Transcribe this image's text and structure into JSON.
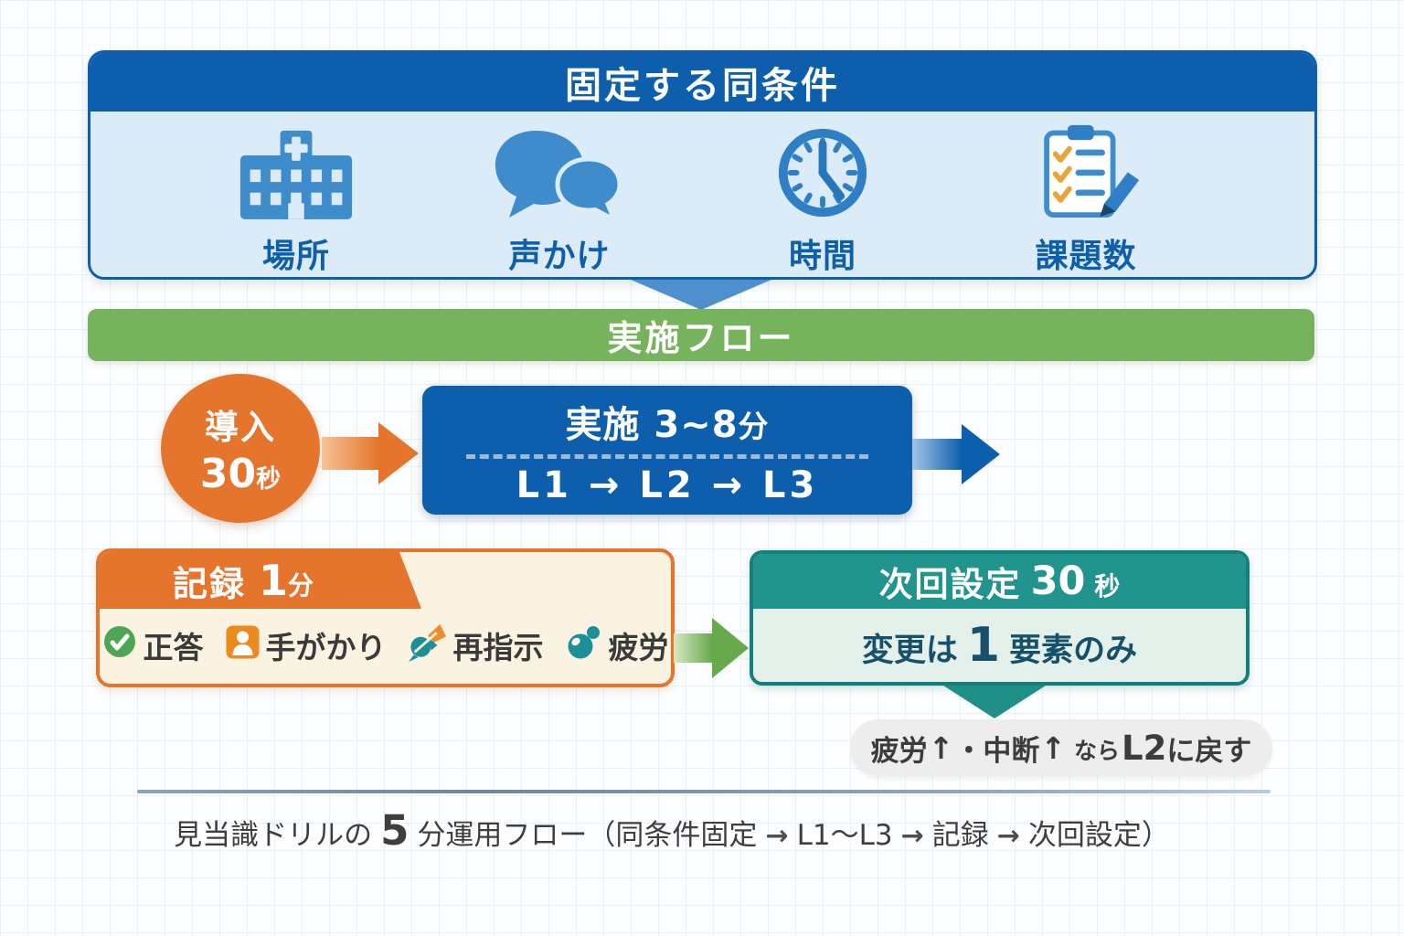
{
  "header": {
    "title": "固定する同条件"
  },
  "conditions": {
    "items": [
      {
        "label": "場所",
        "icon": "hospital-icon"
      },
      {
        "label": "声かけ",
        "icon": "speech-bubbles-icon"
      },
      {
        "label": "時間",
        "icon": "clock-icon"
      },
      {
        "label": "課題数",
        "icon": "checklist-pencil-icon"
      }
    ]
  },
  "flow_bar": {
    "title": "実施フロー"
  },
  "intro_circle": {
    "label": "導入",
    "value": "30",
    "unit": "秒"
  },
  "exec_box": {
    "line1_main": "実施 3~8",
    "line1_unit": "分",
    "line2": "L1 → L2 → L3"
  },
  "record_box": {
    "tab_label": "記録",
    "tab_value": "1",
    "tab_unit": "分",
    "items": [
      {
        "label": "正答",
        "icon": "check-circle-icon"
      },
      {
        "label": "手がかり",
        "icon": "person-icon"
      },
      {
        "label": "再指示",
        "icon": "pushpin-flag-icon"
      },
      {
        "label": "疲労",
        "icon": "sweat-drop-icon"
      }
    ]
  },
  "next_box": {
    "title_label": "次回設定",
    "title_value": "30",
    "title_unit": "秒",
    "body_prefix": "変更は",
    "body_value": "1",
    "body_suffix": "要素のみ"
  },
  "note_pill": {
    "p1": "疲労",
    "a1": "↑",
    "p2": "・中断",
    "a2": "↑",
    "p3": "なら",
    "p4": "L2",
    "p5": "に戻す"
  },
  "caption": {
    "c1": "見当識ドリルの",
    "c2": "5",
    "c3": "分運用フロー（同条件固定",
    "a1": "→",
    "c4": "L1～L3",
    "a2": "→",
    "c5": "記録",
    "a3": "→",
    "c6": "次回設定）"
  },
  "colors": {
    "primary_blue": "#0d5fad",
    "icon_blue": "#3f8ccc",
    "panel_light_blue": "#dcebf8",
    "triangle_blue": "#4d90cd",
    "green_bar": "#77b25c",
    "arrow_green": "#68a94d",
    "orange": "#e5752c",
    "record_cream": "#fbf3e2",
    "check_green": "#4ea654",
    "person_orange": "#ea8a1f",
    "teal": "#1d8f99",
    "next_header_teal": "#21948d",
    "next_border_teal": "#157f7b",
    "mint": "#e4f1ea",
    "teal_text": "#17506a",
    "pill_gray": "#ededed",
    "text_dark": "#3c3c3c"
  }
}
